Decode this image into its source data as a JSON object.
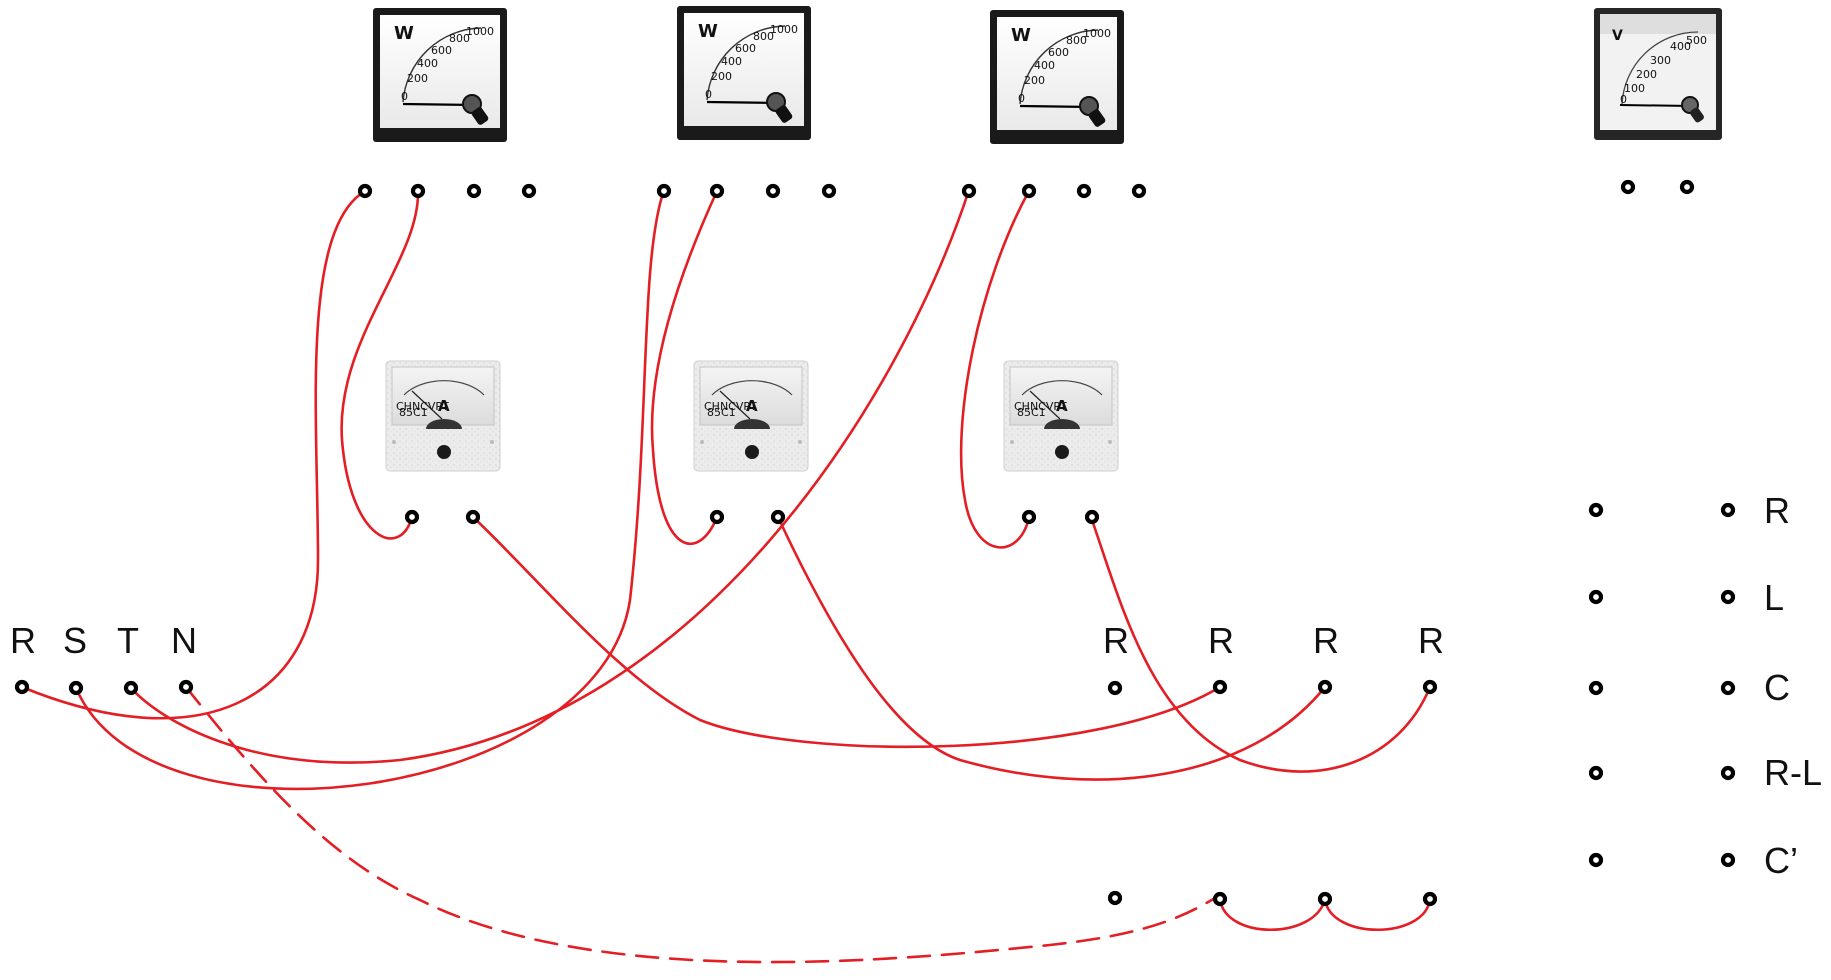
{
  "colors": {
    "wire": "#e31e24",
    "terminal": "#000000"
  },
  "wattmeters": [
    {
      "symbol": "W",
      "scale": [
        "0",
        "200",
        "400",
        "600",
        "800",
        "1000"
      ]
    },
    {
      "symbol": "W",
      "scale": [
        "0",
        "200",
        "400",
        "600",
        "800",
        "1000"
      ]
    },
    {
      "symbol": "W",
      "scale": [
        "0",
        "200",
        "400",
        "600",
        "800",
        "1000"
      ]
    }
  ],
  "voltmeter": {
    "symbol": "V",
    "scale": [
      "0",
      "100",
      "200",
      "300",
      "400",
      "500"
    ]
  },
  "ammeters": [
    {
      "symbol": "A",
      "brand": "CHNCVPT",
      "model": "85C1"
    },
    {
      "symbol": "A",
      "brand": "CHNCVPT",
      "model": "85C1"
    },
    {
      "symbol": "A",
      "brand": "CHNCVPT",
      "model": "85C1"
    }
  ],
  "supply_labels": [
    "R",
    "S",
    "T",
    "N"
  ],
  "load_labels": [
    "R",
    "R",
    "R",
    "R"
  ],
  "load_type_labels": [
    "R",
    "L",
    "C",
    "R-L",
    "C’"
  ]
}
